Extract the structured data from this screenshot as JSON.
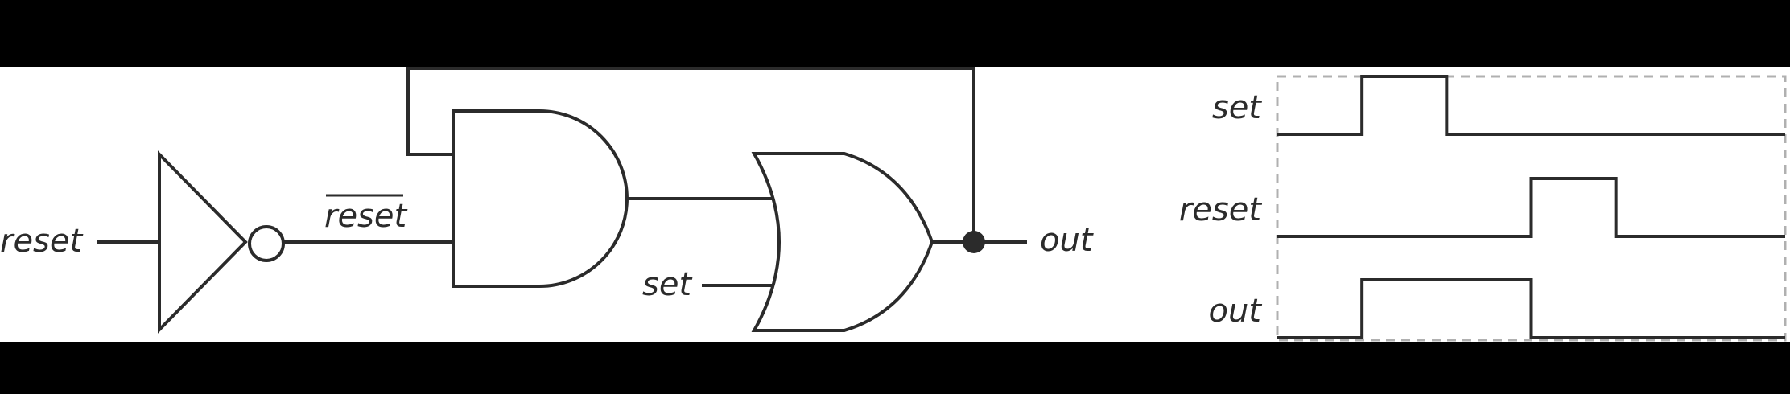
{
  "circuit": {
    "input_reset": "reset",
    "inverted_label": "reset",
    "input_set": "set",
    "output": "out"
  },
  "timing": {
    "signals": [
      {
        "name": "set",
        "levels": [
          0,
          1,
          0,
          0,
          0,
          0
        ]
      },
      {
        "name": "reset",
        "levels": [
          0,
          0,
          0,
          1,
          0,
          0
        ]
      },
      {
        "name": "out",
        "levels": [
          0,
          1,
          1,
          0,
          0,
          0
        ]
      }
    ]
  }
}
